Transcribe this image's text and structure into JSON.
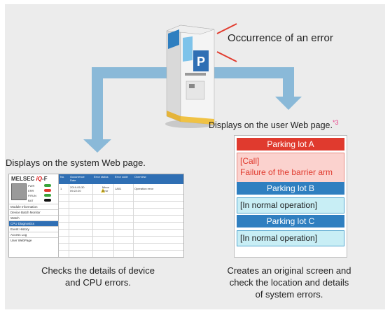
{
  "captions": {
    "error": "Occurrence of an error",
    "user_web": "Displays on the user Web page.",
    "user_web_note": "*3",
    "system_web": "Displays on the system Web page.",
    "left_line1": "Checks the details of device",
    "left_line2": "and CPU errors.",
    "right_line1": "Creates an original screen and",
    "right_line2": "check the location and details",
    "right_line3": "of system errors."
  },
  "user_page": {
    "lot_a": {
      "name": "Parking lot A",
      "status_line1": "[Call]",
      "status_line2": "Failure of the barrier arm"
    },
    "lot_b": {
      "name": "Parking lot B",
      "status": "[In normal operation]"
    },
    "lot_c": {
      "name": "Parking lot C",
      "status": "[In normal operation]"
    }
  },
  "system_page": {
    "logo_text": "MELSEC",
    "logo_iq": "iQ",
    "logo_f": "-F",
    "leds": [
      {
        "label": "PWR"
      },
      {
        "label": "ERR"
      },
      {
        "label": "P.RUN"
      },
      {
        "label": "BAT"
      }
    ],
    "menu": [
      "Module Information",
      "Device Batch Monitor",
      "Watch",
      "CPU Diagnostics",
      "Event History",
      "Access Log",
      "User WebPage"
    ],
    "columns": [
      "No.",
      "Occurrence Date",
      "Error status",
      "Error code",
      "Overview"
    ],
    "rows": [
      {
        "no": "1",
        "date": "2019-05-30 09:22:20",
        "status": "Minor error",
        "code": "1A01",
        "overview": "Operation error"
      }
    ]
  }
}
